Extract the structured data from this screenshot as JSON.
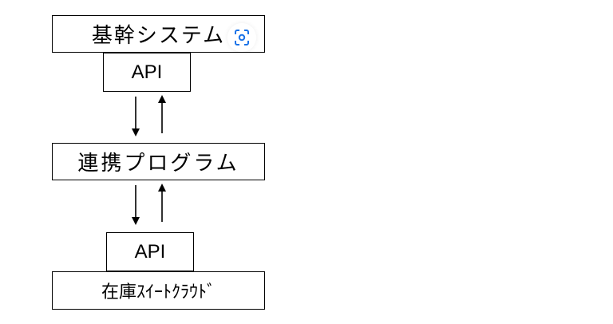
{
  "nodes": {
    "core_system": "基幹システム",
    "api_top": "API",
    "integration_program": "連携プログラム",
    "api_bottom": "API",
    "inventory_cloud": "在庫ｽｲｰﾄｸﾗｳﾄﾞ"
  },
  "icons": {
    "lens_overlay": "lens-search-icon",
    "arrow_down": "arrow-down-icon",
    "arrow_up": "arrow-up-icon"
  },
  "colors": {
    "stroke": "#000000",
    "lens_accent": "#1a73e8"
  }
}
